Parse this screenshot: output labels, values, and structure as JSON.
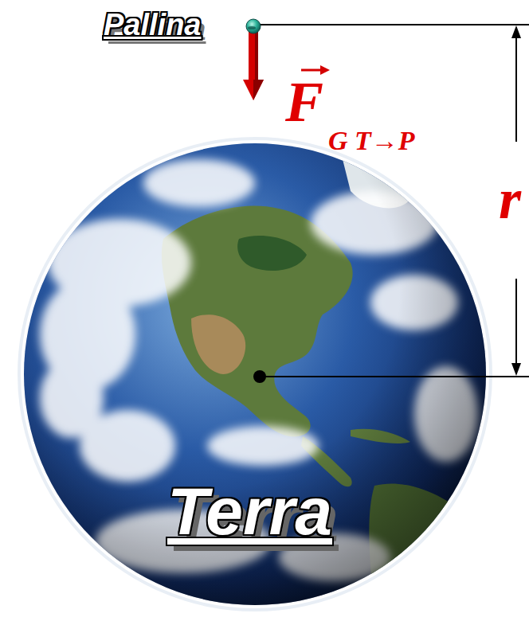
{
  "diagram": {
    "labels": [
      "Pallina",
      "F",
      "G T→P",
      "r",
      "Terra"
    ]
  }
}
